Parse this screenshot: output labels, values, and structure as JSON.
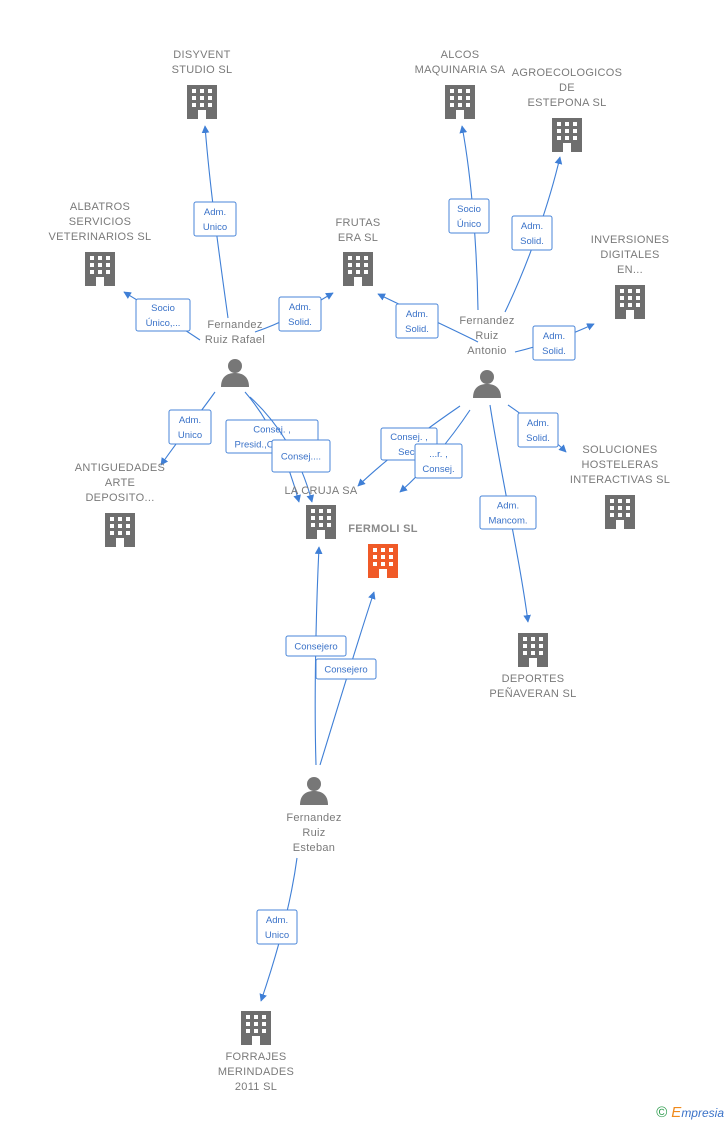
{
  "colors": {
    "company": "#6e6e6e",
    "focus": "#f05a28",
    "person": "#777777",
    "edge": "#3f7fd6"
  },
  "companies": [
    {
      "id": "disyvent",
      "label": [
        "DISYVENT",
        "STUDIO SL"
      ]
    },
    {
      "id": "alcos",
      "label": [
        "ALCOS",
        "MAQUINARIA SA"
      ]
    },
    {
      "id": "agroeco",
      "label": [
        "AGROECOLOGICOS",
        "DE",
        "ESTEPONA SL"
      ]
    },
    {
      "id": "albatros",
      "label": [
        "ALBATROS",
        "SERVICIOS",
        "VETERINARIOS SL"
      ]
    },
    {
      "id": "frutas",
      "label": [
        "FRUTAS",
        "ERA SL"
      ]
    },
    {
      "id": "inversiones",
      "label": [
        "INVERSIONES",
        "DIGITALES",
        "EN..."
      ]
    },
    {
      "id": "antiguedades",
      "label": [
        "ANTIGUEDADES",
        "ARTE",
        "DEPOSITO..."
      ]
    },
    {
      "id": "lacruja",
      "label": [
        "LA CRUJA SA"
      ]
    },
    {
      "id": "fermoli",
      "label": [
        "FERMOLI SL"
      ],
      "focus": true
    },
    {
      "id": "soluciones",
      "label": [
        "SOLUCIONES",
        "HOSTELERAS",
        "INTERACTIVAS SL"
      ]
    },
    {
      "id": "deportes",
      "label": [
        "DEPORTES",
        "PEÑAVERAN SL"
      ]
    },
    {
      "id": "forrajes",
      "label": [
        "FORRAJES",
        "MERINDADES",
        "2011 SL"
      ]
    }
  ],
  "persons": [
    {
      "id": "rafael",
      "label": [
        "Fernandez",
        "Ruiz Rafael"
      ]
    },
    {
      "id": "antonio",
      "label": [
        "Fernandez",
        "Ruiz",
        "Antonio"
      ]
    },
    {
      "id": "esteban",
      "label": [
        "Fernandez",
        "Ruiz",
        "Esteban"
      ]
    }
  ],
  "edges": [
    {
      "id": "e1",
      "label": [
        "Adm.",
        "Unico"
      ]
    },
    {
      "id": "e2",
      "label": [
        "Socio",
        "Único,..."
      ]
    },
    {
      "id": "e3",
      "label": [
        "Adm.",
        "Solid."
      ]
    },
    {
      "id": "e4",
      "label": [
        "Adm.",
        "Unico"
      ]
    },
    {
      "id": "e5",
      "label": [
        "Consej. ,",
        "Presid.,Consej. ..."
      ]
    },
    {
      "id": "e6",
      "label": [
        "Consej...."
      ]
    },
    {
      "id": "e7",
      "label": [
        "Socio",
        "Único"
      ]
    },
    {
      "id": "e8",
      "label": [
        "Adm.",
        "Solid."
      ]
    },
    {
      "id": "e9",
      "label": [
        "Adm.",
        "Solid."
      ]
    },
    {
      "id": "e10",
      "label": [
        "Adm.",
        "Solid."
      ]
    },
    {
      "id": "e11",
      "label": [
        "Consej. ,",
        "Secr."
      ]
    },
    {
      "id": "e12",
      "label": [
        "...r. ,",
        "Consej."
      ]
    },
    {
      "id": "e13",
      "label": [
        "Adm.",
        "Solid."
      ]
    },
    {
      "id": "e14",
      "label": [
        "Adm.",
        "Mancom."
      ]
    },
    {
      "id": "e15",
      "label": [
        "Consejero"
      ]
    },
    {
      "id": "e16",
      "label": [
        "Consejero"
      ]
    },
    {
      "id": "e17",
      "label": [
        "Adm.",
        "Unico"
      ]
    }
  ],
  "footer": {
    "symbol": "©",
    "brand_initial": "E",
    "brand_rest": "mpresia"
  }
}
